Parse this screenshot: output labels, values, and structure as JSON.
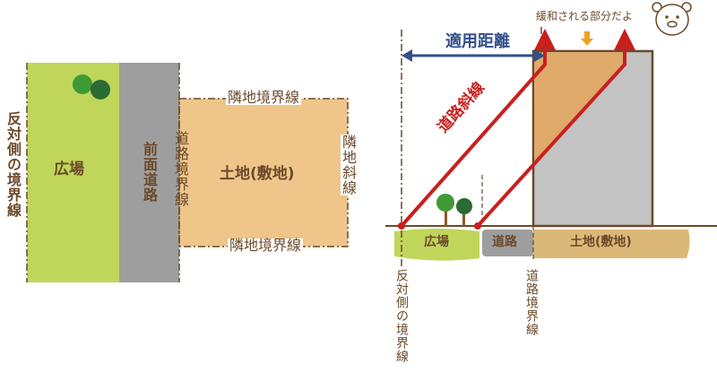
{
  "left_plan": {
    "opposite_boundary": "反対側の境界線",
    "plaza": "広場",
    "front_road": "前面道路",
    "road_boundary": "道路境界線",
    "neighbor_boundary_top": "隣地境界線",
    "neighbor_boundary_bottom": "隣地境界線",
    "site": "土地(敷地)",
    "neighbor_slant": "隣地斜線"
  },
  "right_section": {
    "applied_distance": "適用距離",
    "road_slant": "道路斜線",
    "relaxed_note": "緩和される部分だよ",
    "plaza": "広場",
    "road": "道路",
    "site": "土地(敷地)",
    "opposite_boundary": "反対側の境界線",
    "road_boundary": "道路境界線"
  },
  "colors": {
    "green": "#bfd65a",
    "gray": "#9e9e9e",
    "orange": "#efc58a",
    "brown": "#6b4a2b",
    "red": "#c8201f",
    "blue": "#34508a",
    "building_orange": "#dfa96a",
    "building_gray": "#c3c3c3"
  }
}
